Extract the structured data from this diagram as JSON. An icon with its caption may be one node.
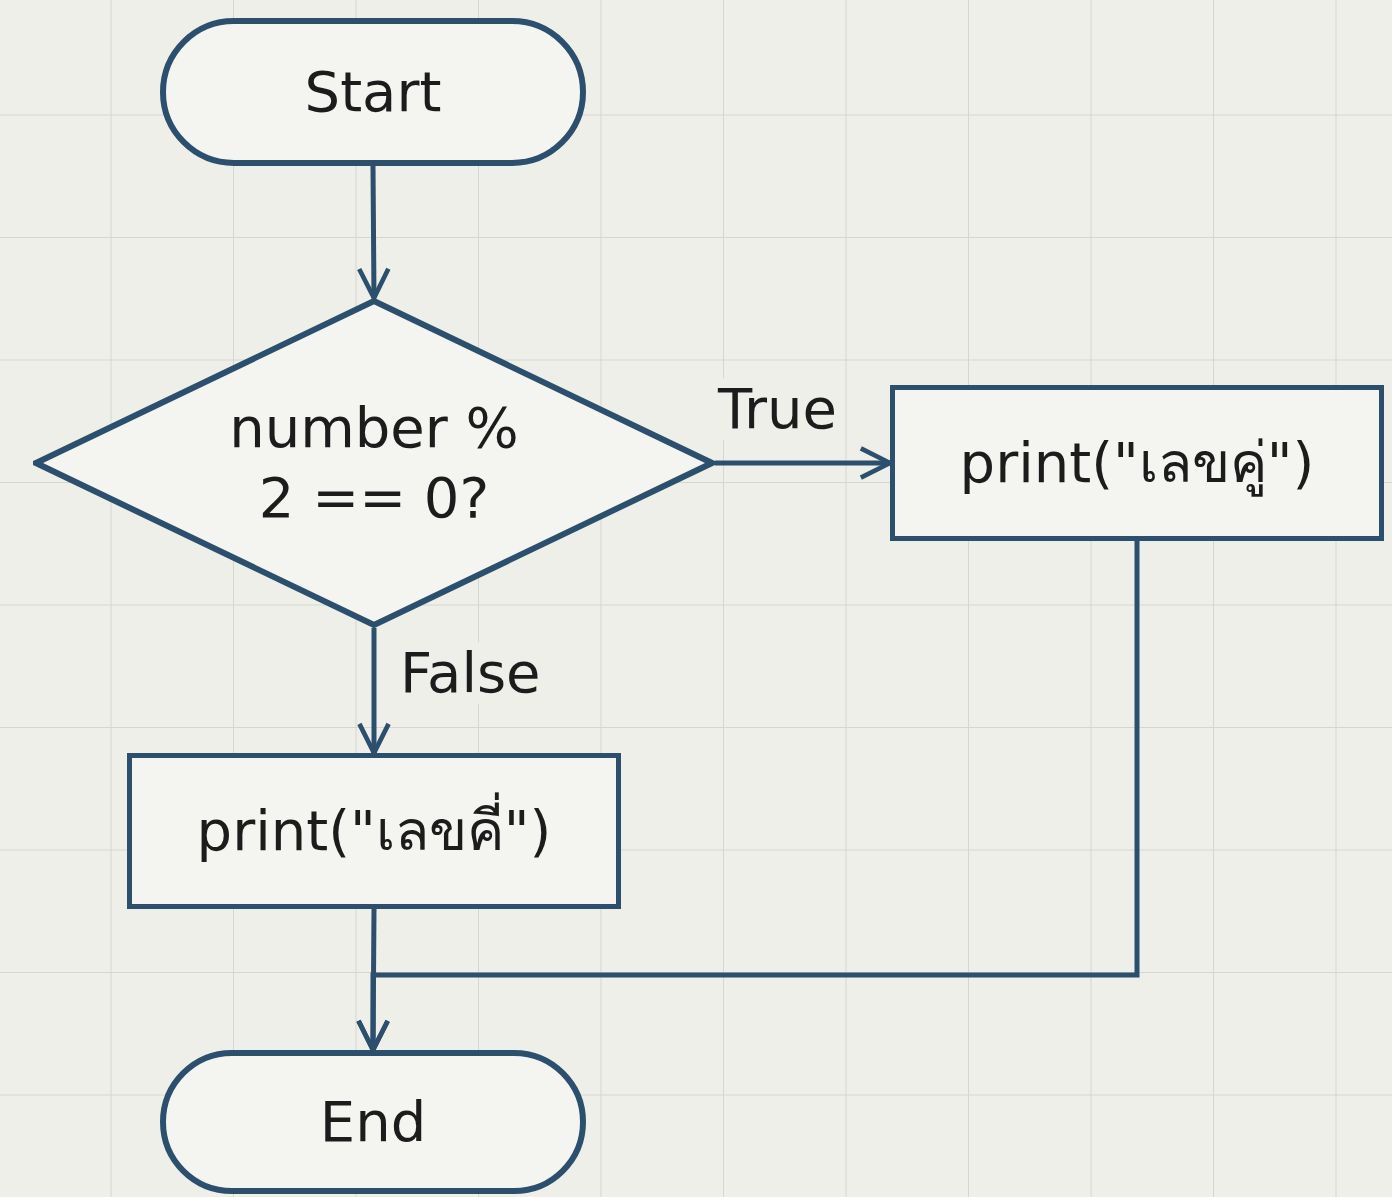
{
  "diagram": {
    "nodes": [
      {
        "text": [
          "Start"
        ]
      },
      {
        "text": [
          "number % 2 == 0?"
        ]
      },
      {
        "text": [
          "print(\"เลขคู่\")"
        ]
      },
      {
        "text": [
          "print(\"เลขคี่\")"
        ]
      },
      {
        "text": [
          "End"
        ]
      }
    ],
    "edges": [
      {
        "from": 0,
        "to": 1,
        "arrow": "to"
      },
      {
        "from": 1,
        "to": 2,
        "arrow": "to",
        "label": "True"
      },
      {
        "from": 1,
        "to": 3,
        "arrow": "to",
        "label": "False"
      },
      {
        "from": 3,
        "to": 4,
        "arrow": "to"
      },
      {
        "from": 2,
        "to": 4,
        "arrow": "to"
      }
    ]
  }
}
